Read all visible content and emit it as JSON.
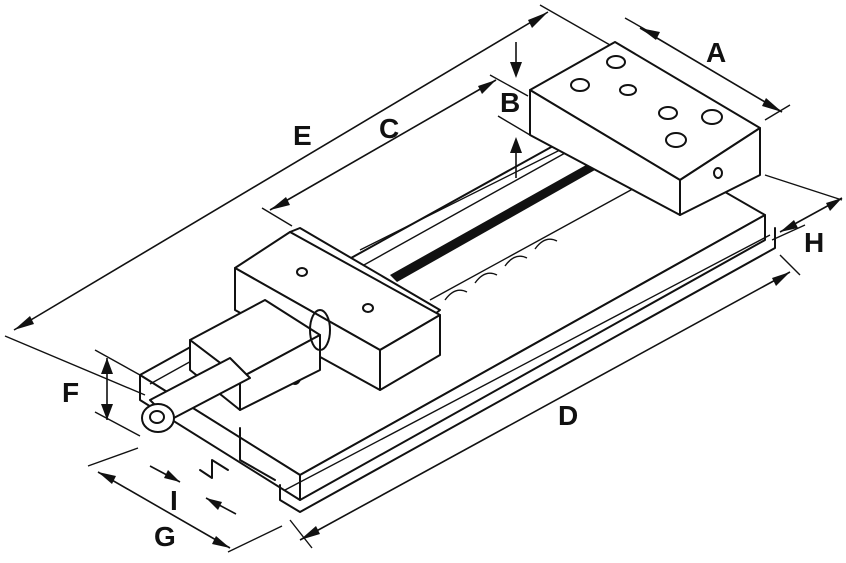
{
  "labels": {
    "A": "A",
    "B": "B",
    "C": "C",
    "D": "D",
    "E": "E",
    "F": "F",
    "G": "G",
    "H": "H",
    "I": "I"
  },
  "colors": {
    "line": "#111111",
    "background": "#ffffff"
  }
}
